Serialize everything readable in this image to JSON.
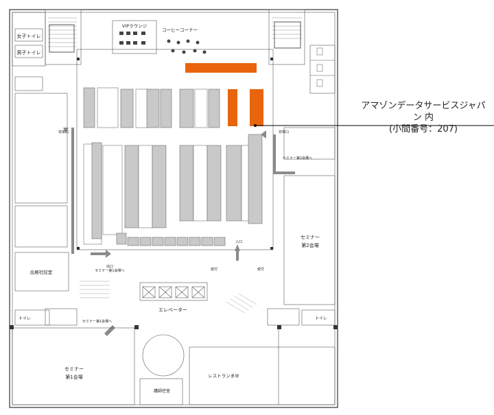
{
  "callout": {
    "line1": "アマゾンデータサービスジャパン 内",
    "line2": "(小間番号：207)"
  },
  "rooms": {
    "womens_toilet": "女子トイレ",
    "mens_toilet": "男子トイレ",
    "vip_lounge": "VIPラウンジ",
    "coffee_corner": "コーヒーコーナー",
    "office": "出展社控室",
    "toilet_left": "トイレ",
    "toilet_right": "トイレ",
    "elevator": "エレベーター",
    "seminar1": "セミナー",
    "seminar1_sub": "第1会場",
    "seminar2": "セミナー",
    "seminar2_sub": "第2会場",
    "restaurant": "レストランまゆ",
    "lecturer": "講師控室",
    "entrance": "入口",
    "exit": "出口",
    "reception": "受付",
    "to_seminar1": "セミナー第1会場へ",
    "to_seminar2": "セミナー第2会場へ",
    "emergency": "非常口",
    "stair": "階段"
  },
  "colors": {
    "highlight": "#e8650e",
    "booth": "#c9c9c9"
  }
}
